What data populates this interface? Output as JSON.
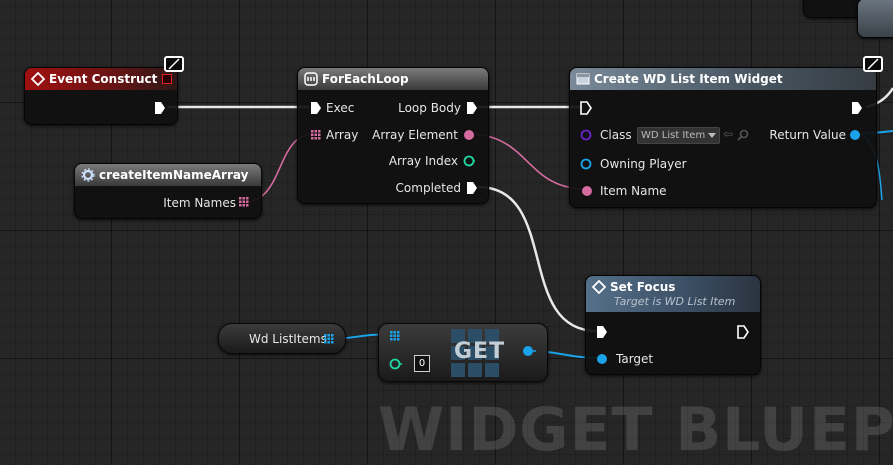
{
  "watermark": "WIDGET BLUEPRINT",
  "colors": {
    "exec": "#ffffff",
    "array_pin": "#d56ba0",
    "object_pin": "#1aa3e8",
    "class_pin": "#6b21c8",
    "int_pin": "#1fd6a0",
    "event_header": "#a01010",
    "close_box": "#e02020"
  },
  "nodes": {
    "event_construct": {
      "title": "Event Construct"
    },
    "create_item_name_array": {
      "title": "createItemNameArray",
      "output_label": "Item Names"
    },
    "foreach": {
      "title": "ForEachLoop",
      "exec_in": "Exec",
      "array_in": "Array",
      "loop_body": "Loop Body",
      "array_element": "Array Element",
      "array_index": "Array Index",
      "completed": "Completed"
    },
    "create_widget": {
      "title": "Create WD List Item Widget",
      "class_label": "Class",
      "class_value": "WD List Item",
      "owning_player": "Owning Player",
      "item_name": "Item Name",
      "return_value": "Return Value"
    },
    "set_focus": {
      "title": "Set Focus",
      "subtitle": "Target is WD List Item",
      "target": "Target"
    },
    "wd_listitems": {
      "label": "Wd ListItems"
    },
    "get": {
      "label": "GET",
      "index_value": "0"
    }
  }
}
